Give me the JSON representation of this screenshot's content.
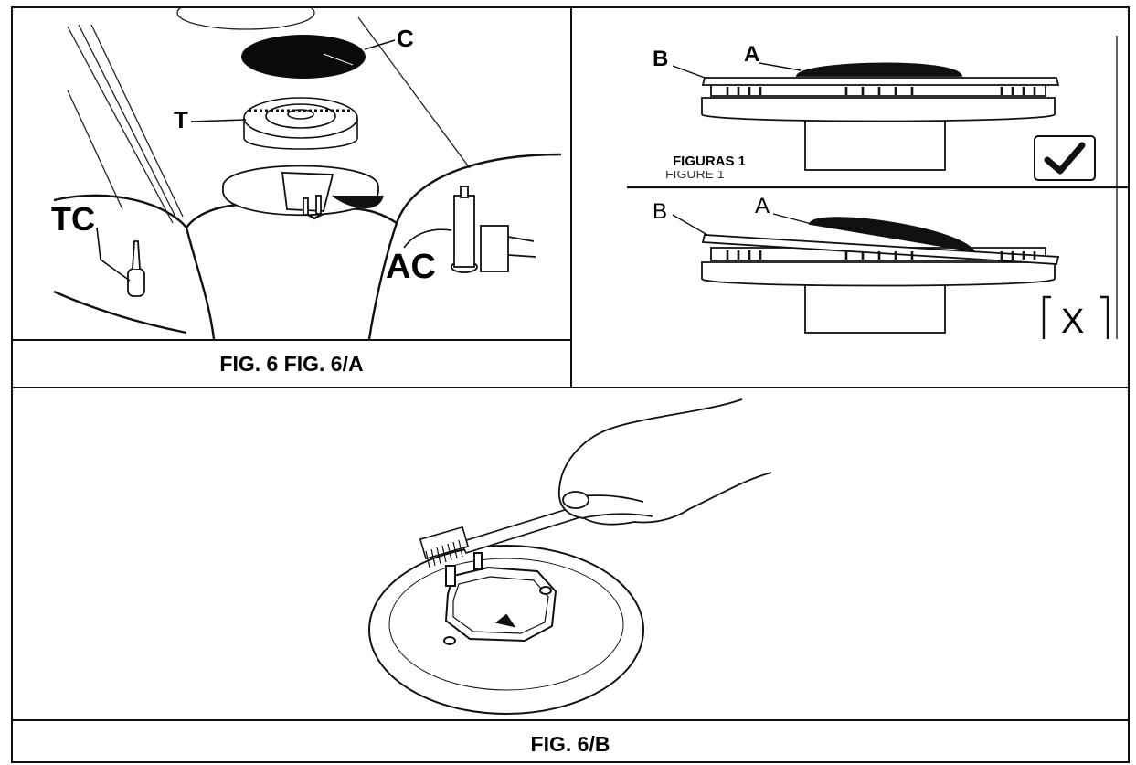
{
  "fig6": {
    "caption": "FIG. 6 FIG. 6/A",
    "labels": {
      "c": "C",
      "t": "T",
      "tc": "TC",
      "ac": "AC"
    }
  },
  "fig1": {
    "title": "FIGURAS 1",
    "ghost_title": "FIGURE 1",
    "correct": {
      "label_a": "A",
      "label_b": "B",
      "mark": "check"
    },
    "wrong": {
      "label_a": "A",
      "label_b": "B",
      "mark": "X"
    }
  },
  "fig6b": {
    "caption": "FIG. 6/B"
  },
  "icons": {
    "correct": "checkmark-icon",
    "wrong": "cross-icon"
  }
}
